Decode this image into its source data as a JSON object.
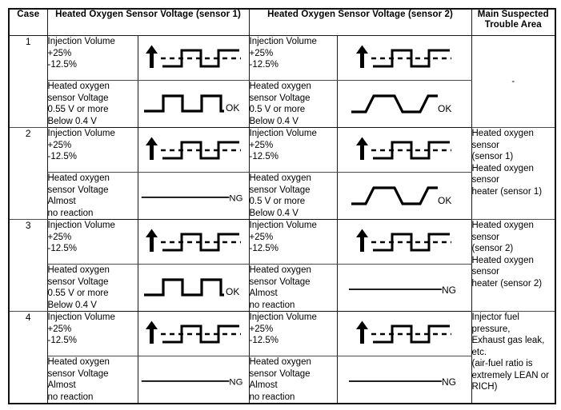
{
  "table": {
    "headers": [
      {
        "id": "case",
        "label": "Case"
      },
      {
        "id": "sensor1",
        "label": "Heated Oxygen Sensor Voltage (sensor 1)"
      },
      {
        "id": "sensor2",
        "label": "Heated Oxygen Sensor Voltage (sensor 2)"
      },
      {
        "id": "trouble",
        "label": "Main Suspected\nTrouble Area"
      }
    ],
    "rows": [
      {
        "case": "1",
        "sensor1_injection_text": "Injection Volume\n+25%\n-12.5%",
        "sensor1_injection_wave": "injection-square-dashed",
        "sensor1_voltage_text": "Heated oxygen\nsensor Voltage\n0.55 V or more\nBelow 0.4 V",
        "sensor1_voltage_wave": "square-ok",
        "sensor1_voltage_result": "OK",
        "sensor2_injection_text": "Injection Volume\n+25%\n-12.5%",
        "sensor2_injection_wave": "injection-square-dashed",
        "sensor2_voltage_text": "Heated oxygen\nsensor Voltage\n0.5 V or more\nBelow 0.4 V",
        "sensor2_voltage_wave": "trapezoid-ok",
        "sensor2_voltage_result": "OK",
        "trouble_area": "-",
        "trouble_is_dash": true
      },
      {
        "case": "2",
        "sensor1_injection_text": "Injection Volume\n+25%\n-12.5%",
        "sensor1_injection_wave": "injection-square-dashed",
        "sensor1_voltage_text": "Heated oxygen\nsensor Voltage\nAlmost\nno reaction",
        "sensor1_voltage_wave": "flat-ng",
        "sensor1_voltage_result": "NG",
        "sensor2_injection_text": "Injection Volume\n+25%\n-12.5%",
        "sensor2_injection_wave": "injection-square-dashed",
        "sensor2_voltage_text": "Heated oxygen\nsensor Voltage\n0.5 V or more\nBelow 0.4 V",
        "sensor2_voltage_wave": "trapezoid-ok",
        "sensor2_voltage_result": "OK",
        "trouble_area": "Heated oxygen sensor\n(sensor 1)\nHeated oxygen sensor\nheater (sensor 1)",
        "trouble_is_dash": false
      },
      {
        "case": "3",
        "sensor1_injection_text": "Injection Volume\n+25%\n-12.5%",
        "sensor1_injection_wave": "injection-square-dashed",
        "sensor1_voltage_text": "Heated oxygen\nsensor Voltage\n0.55 V or more\nBelow 0.4 V",
        "sensor1_voltage_wave": "square-ok",
        "sensor1_voltage_result": "OK",
        "sensor2_injection_text": "Injection Volume\n+25%\n-12.5%",
        "sensor2_injection_wave": "injection-square-dashed",
        "sensor2_voltage_text": "Heated oxygen\nsensor Voltage\nAlmost\nno reaction",
        "sensor2_voltage_wave": "flat-ng",
        "sensor2_voltage_result": "NG",
        "trouble_area": "Heated oxygen sensor\n(sensor 2)\nHeated oxygen sensor\nheater (sensor 2)",
        "trouble_is_dash": false
      },
      {
        "case": "4",
        "sensor1_injection_text": "Injection Volume\n+25%\n-12.5%",
        "sensor1_injection_wave": "injection-square-dashed",
        "sensor1_voltage_text": "Heated oxygen\nsensor Voltage\nAlmost\nno reaction",
        "sensor1_voltage_wave": "flat-ng",
        "sensor1_voltage_result": "NG",
        "sensor2_injection_text": "Injection Volume\n+25%\n-12.5%",
        "sensor2_injection_wave": "injection-square-dashed",
        "sensor2_voltage_text": "Heated oxygen\nsensor Voltage\nAlmost\nno reaction",
        "sensor2_voltage_wave": "flat-ng",
        "sensor2_voltage_result": "NG",
        "trouble_area": "Injector fuel pressure,\nExhaust gas leak, etc.\n(air-fuel ratio is\nextremely LEAN or\nRICH)",
        "trouble_is_dash": false
      }
    ]
  },
  "colors": {
    "ink": "#000000",
    "rule": "#1a1a1a",
    "paper": "#ffffff"
  }
}
